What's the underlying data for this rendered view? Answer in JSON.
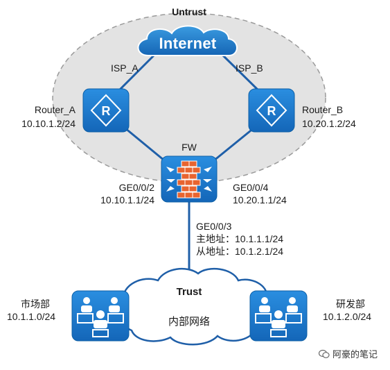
{
  "zones": {
    "untrust": "Untrust",
    "trust": "Trust",
    "internal_network": "内部网络"
  },
  "internet": {
    "label": "Internet"
  },
  "links": {
    "isp_a": "ISP_A",
    "isp_b": "ISP_B"
  },
  "router_a": {
    "name": "Router_A",
    "ip": "10.10.1.2/24"
  },
  "router_b": {
    "name": "Router_B",
    "ip": "10.20.1.2/24"
  },
  "firewall": {
    "name": "FW",
    "ge002": {
      "port": "GE0/0/2",
      "ip": "10.10.1.1/24"
    },
    "ge004": {
      "port": "GE0/0/4",
      "ip": "10.20.1.1/24"
    },
    "ge003": {
      "port": "GE0/0/3",
      "primary": "主地址：10.1.1.1/24",
      "secondary": "从地址：10.1.2.1/24"
    }
  },
  "dept_market": {
    "name": "市场部",
    "subnet": "10.1.1.0/24"
  },
  "dept_rnd": {
    "name": "研发部",
    "subnet": "10.1.2.0/24"
  },
  "watermark": "阿豪的笔记",
  "colors": {
    "device_blue": "#1f7fd0",
    "device_dark": "#0d5fa6",
    "line": "#1f5fa8",
    "firewall_brick": "#e86430",
    "untrust_fill": "#e3e3e3",
    "untrust_border": "#9a9a9a"
  }
}
